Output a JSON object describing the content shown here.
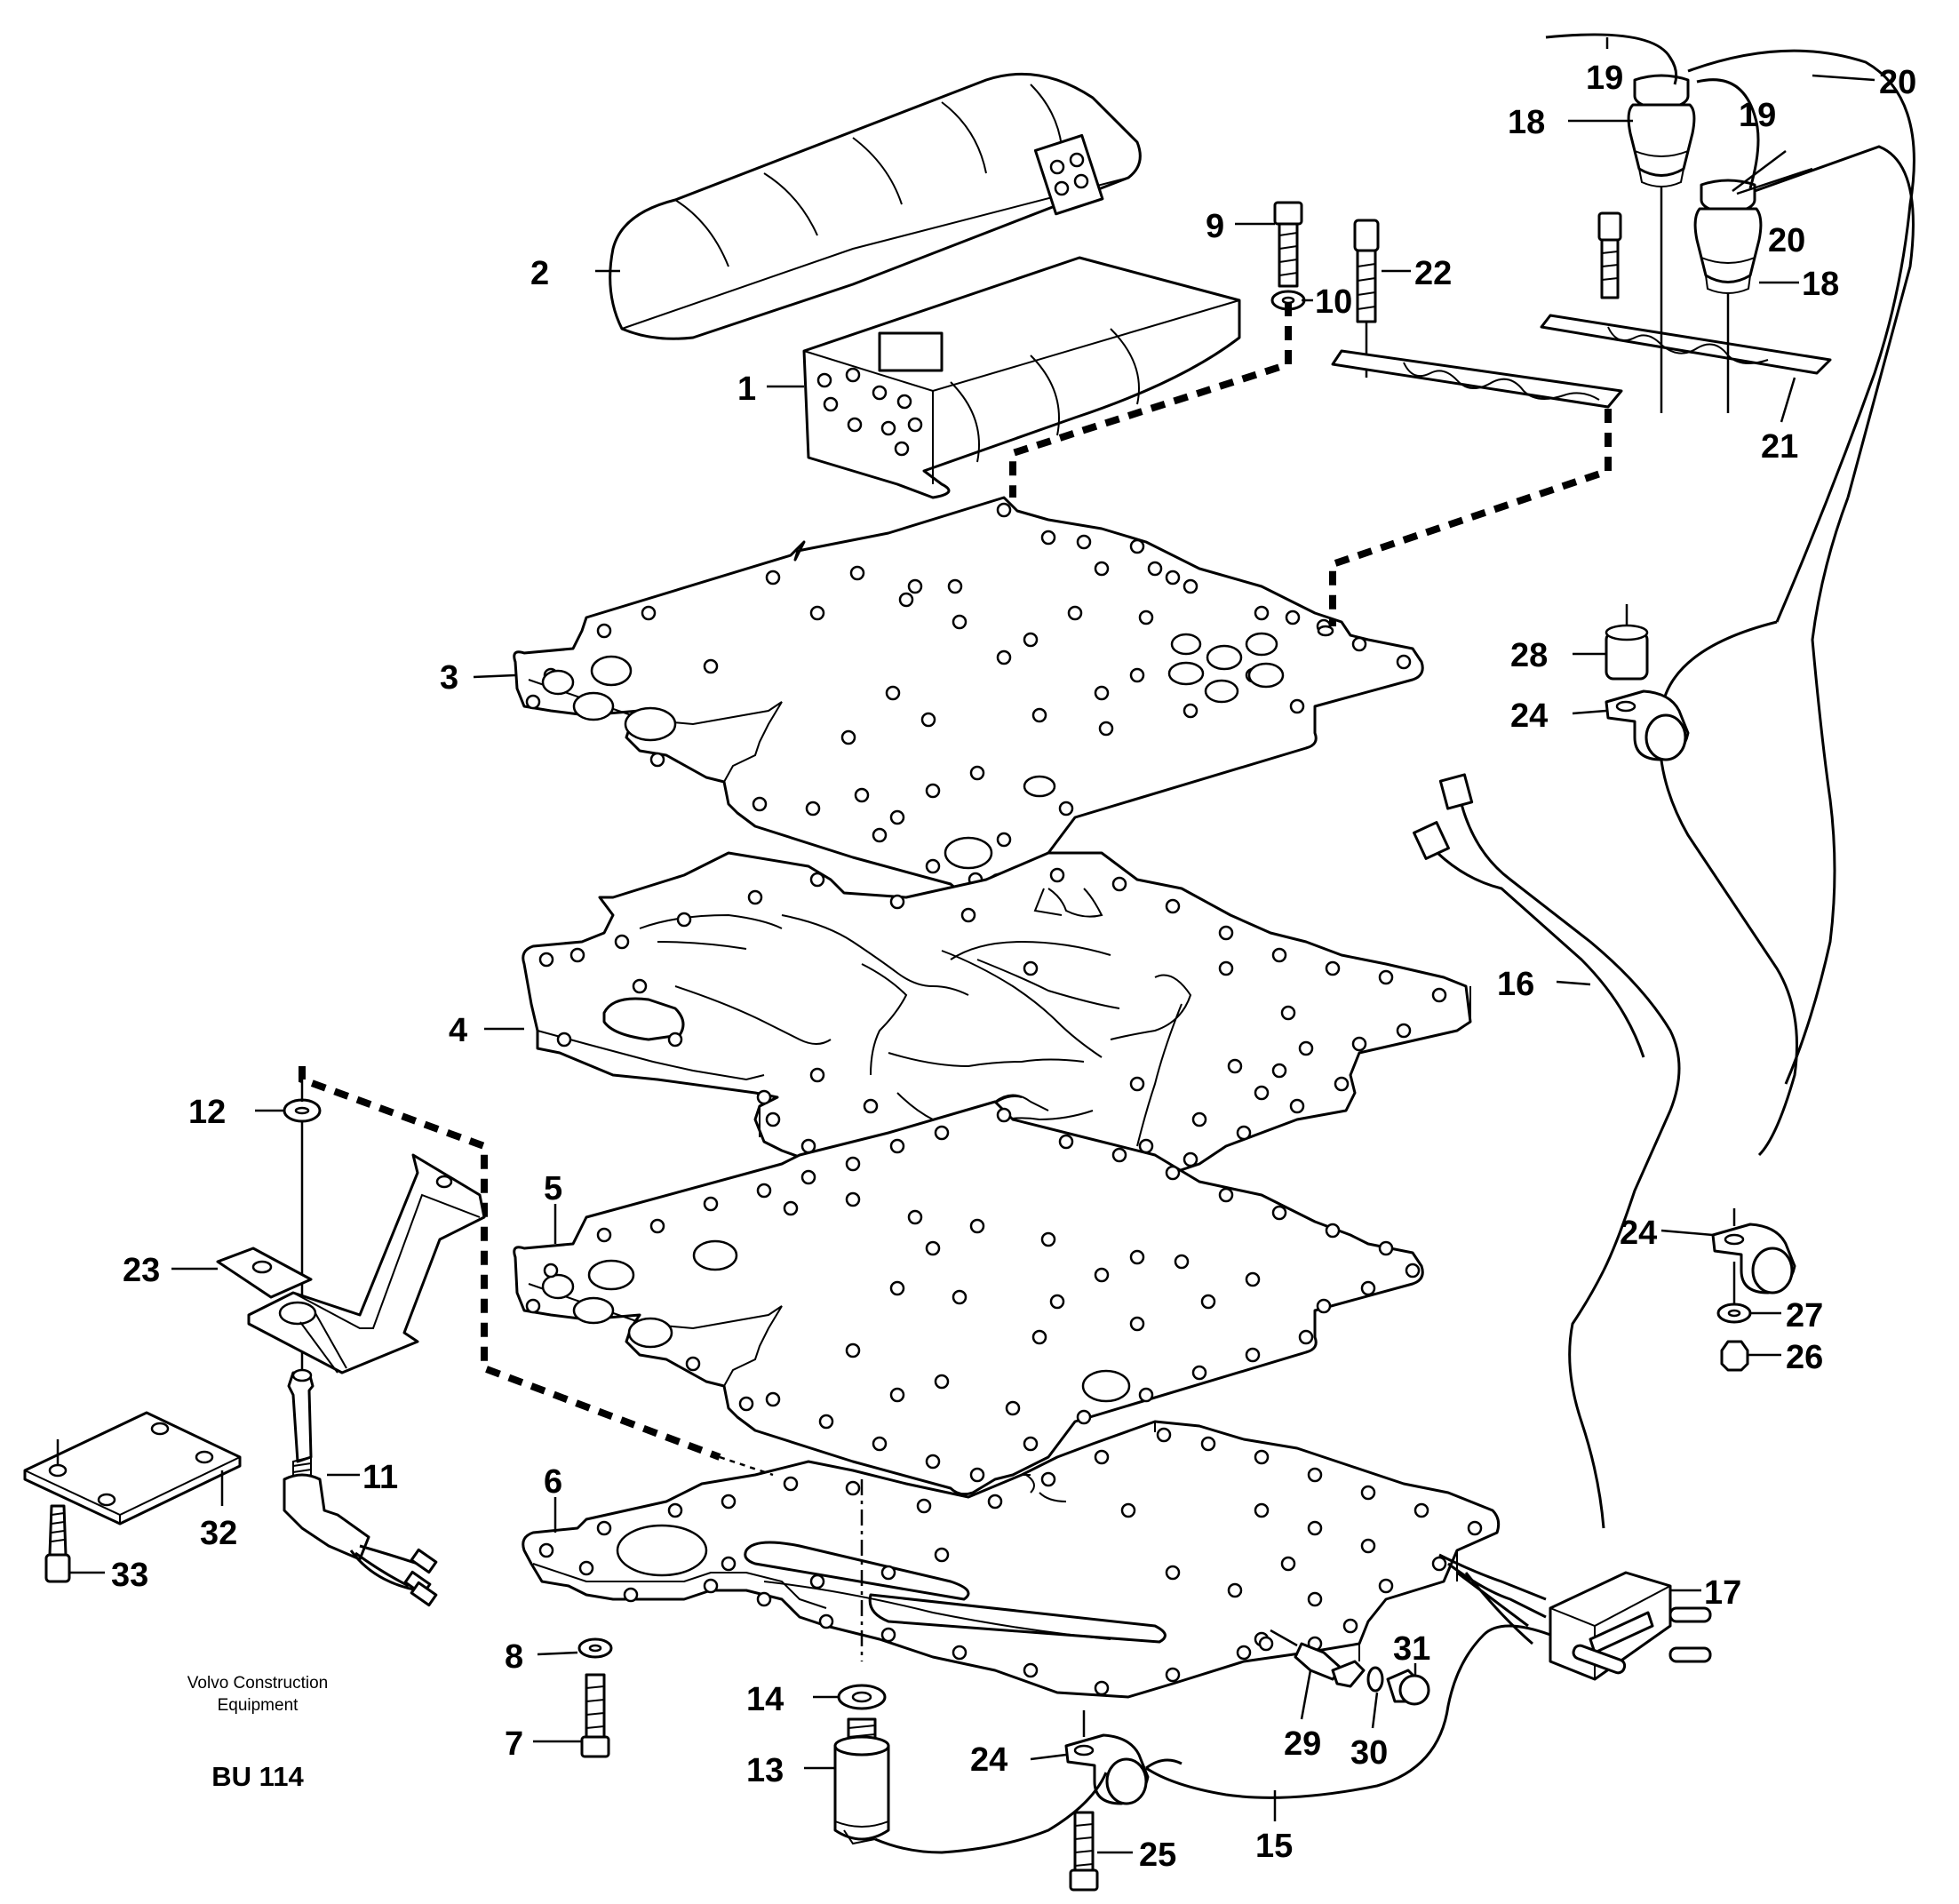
{
  "credit": {
    "line1": "Volvo Construction",
    "line2": "Equipment",
    "code": "BU 114"
  },
  "callouts": {
    "c1": "1",
    "c2": "2",
    "c3": "3",
    "c4": "4",
    "c5": "5",
    "c6": "6",
    "c7": "7",
    "c8": "8",
    "c9": "9",
    "c10": "10",
    "c11": "11",
    "c12": "12",
    "c13": "13",
    "c14": "14",
    "c15": "15",
    "c16": "16",
    "c17": "17",
    "c18a": "18",
    "c18b": "18",
    "c19a": "19",
    "c19b": "19",
    "c20a": "20",
    "c20b": "20",
    "c21": "21",
    "c22": "22",
    "c23": "23",
    "c24a": "24",
    "c24b": "24",
    "c24c": "24",
    "c25": "25",
    "c26": "26",
    "c27": "27",
    "c28": "28",
    "c29": "29",
    "c30": "30",
    "c31": "31",
    "c32": "32",
    "c33": "33"
  }
}
